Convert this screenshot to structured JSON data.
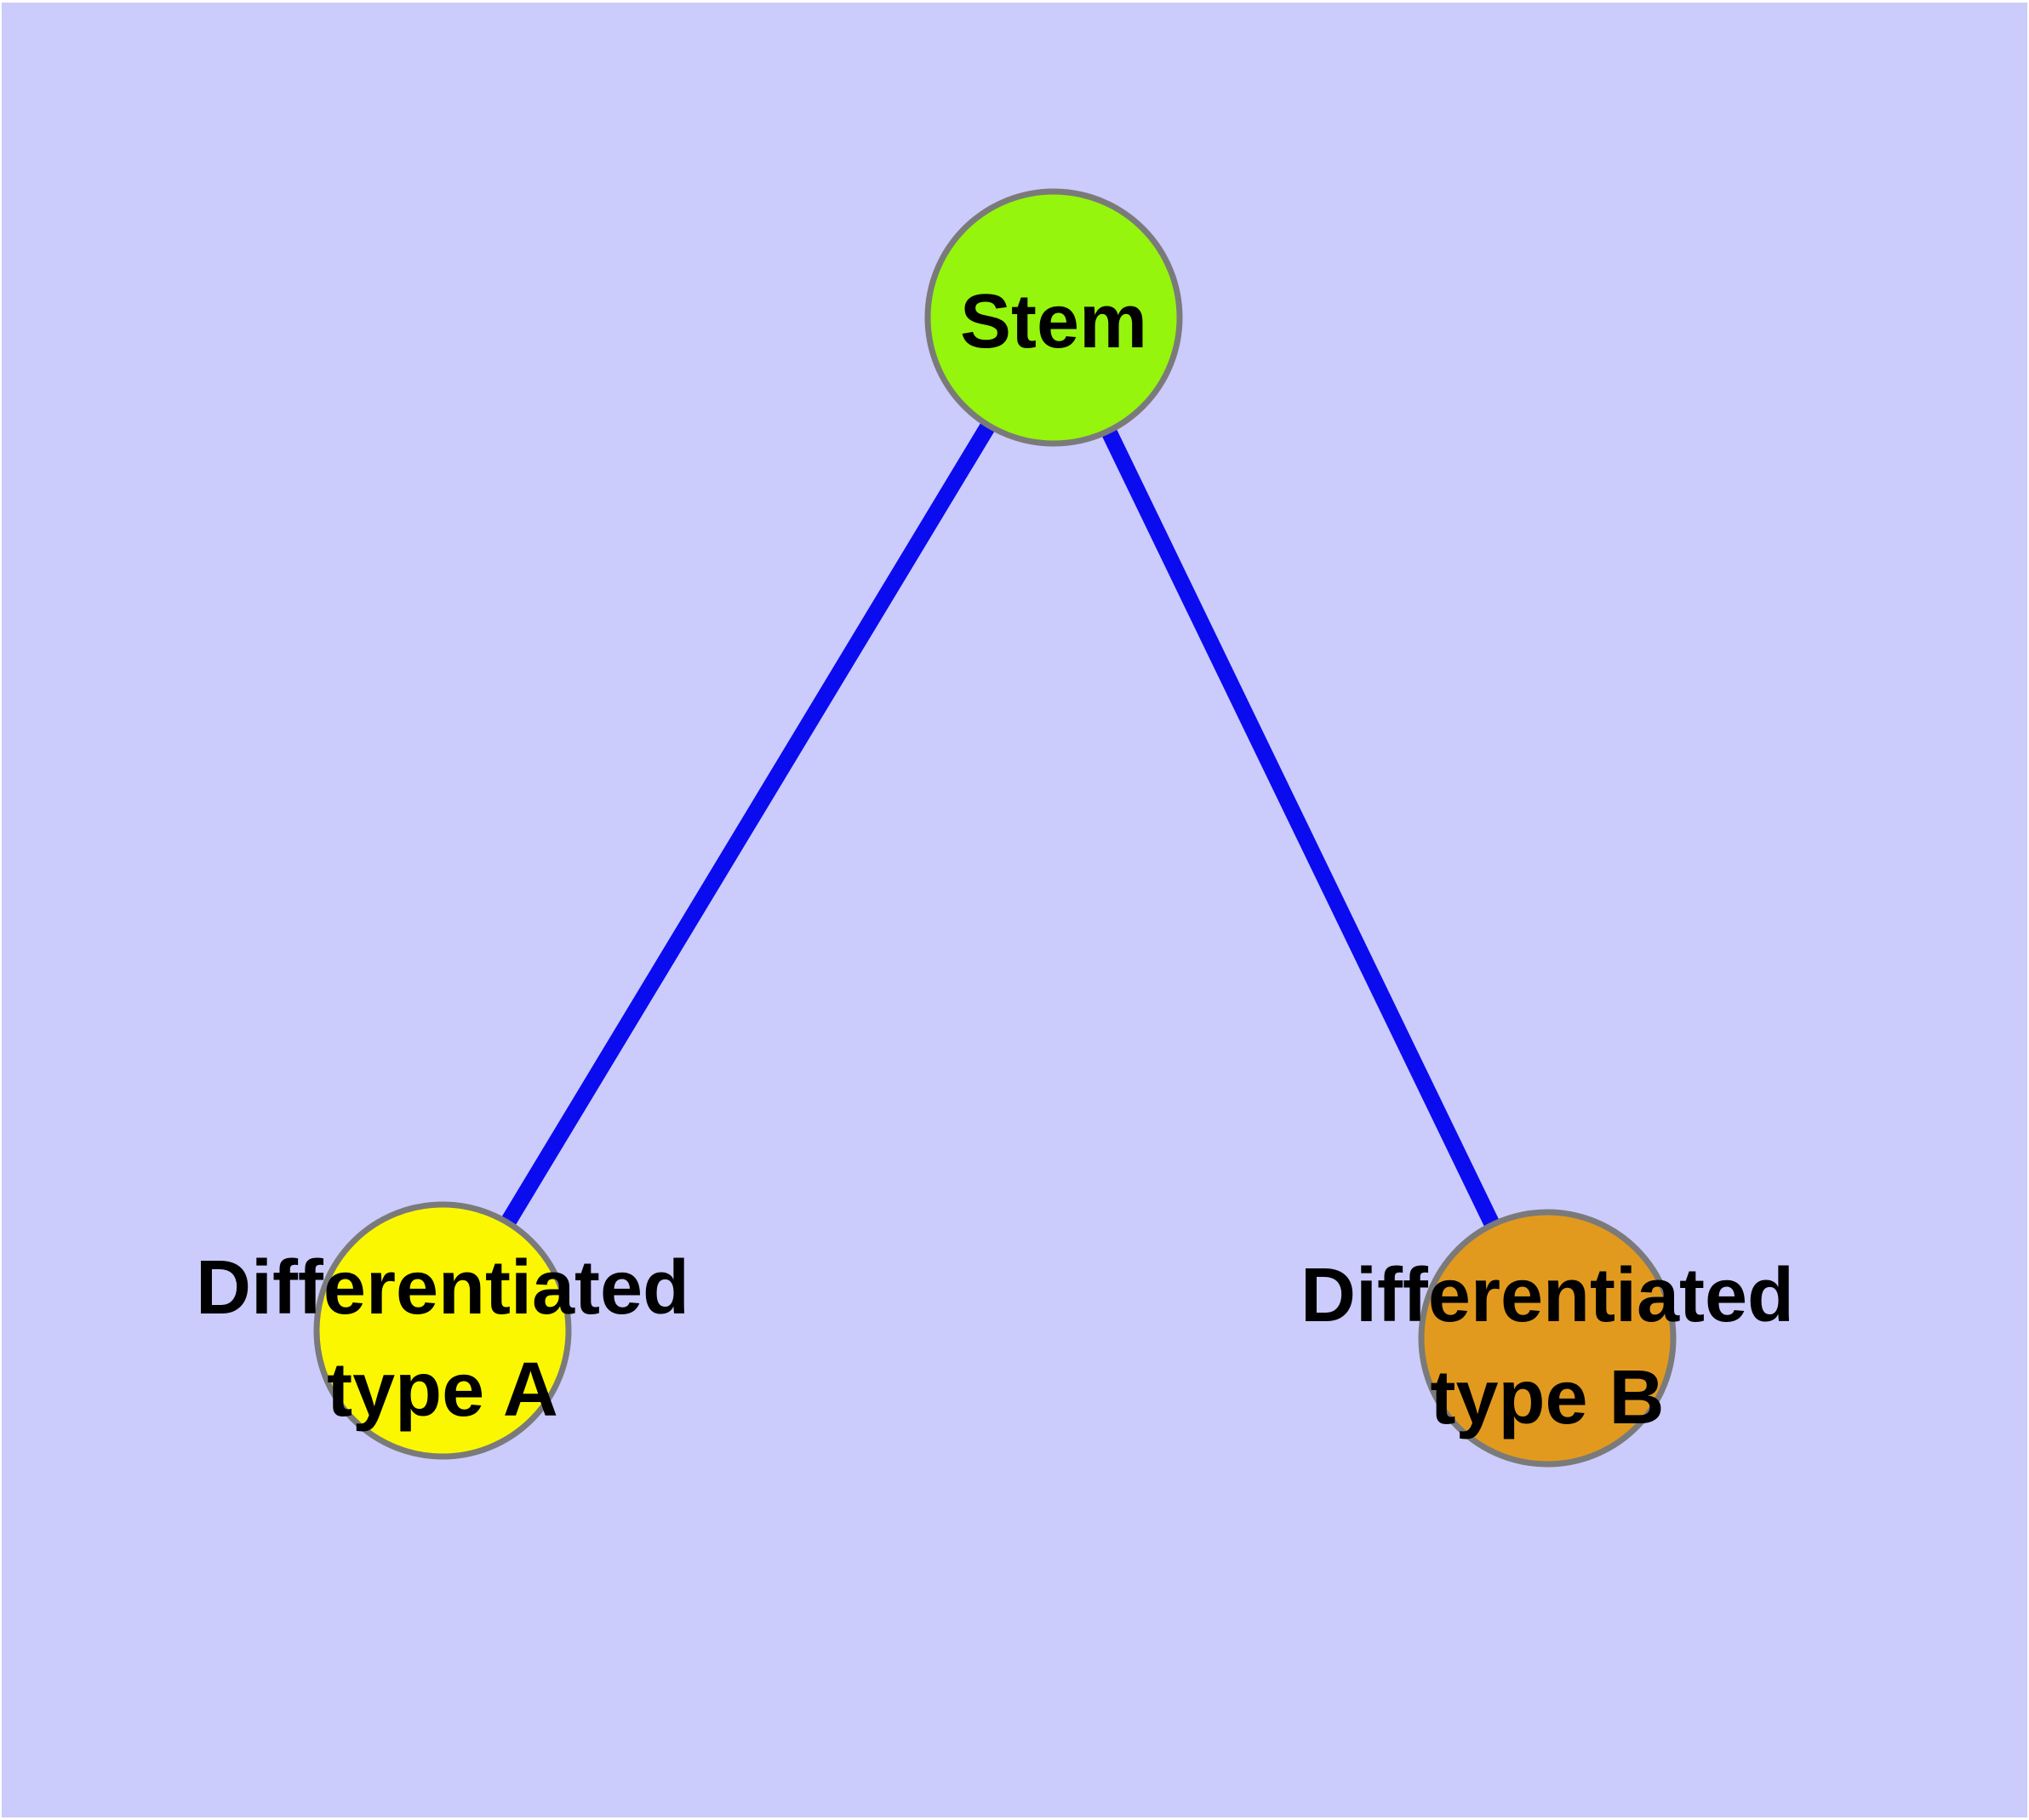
{
  "diagram": {
    "type": "node-link-graph",
    "colors": {
      "page_margin": "#FFFFFF",
      "background": "#CBCBFC",
      "edge": "#0B0BF0",
      "node_border": "#7A7A7A",
      "label_text": "#000000"
    },
    "nodes": [
      {
        "id": "stem",
        "label": "Stem",
        "fill": "#95F50C"
      },
      {
        "id": "differentiated-type-a",
        "label_line1": "Differentiated",
        "label_line2": "type A",
        "fill": "#FBF700"
      },
      {
        "id": "differentiated-type-b",
        "label_line1": "Differentiated",
        "label_line2": "type B",
        "fill": "#E29A1E"
      }
    ],
    "edges": [
      {
        "from": "stem",
        "to": "differentiated-type-a"
      },
      {
        "from": "stem",
        "to": "differentiated-type-b"
      }
    ]
  }
}
